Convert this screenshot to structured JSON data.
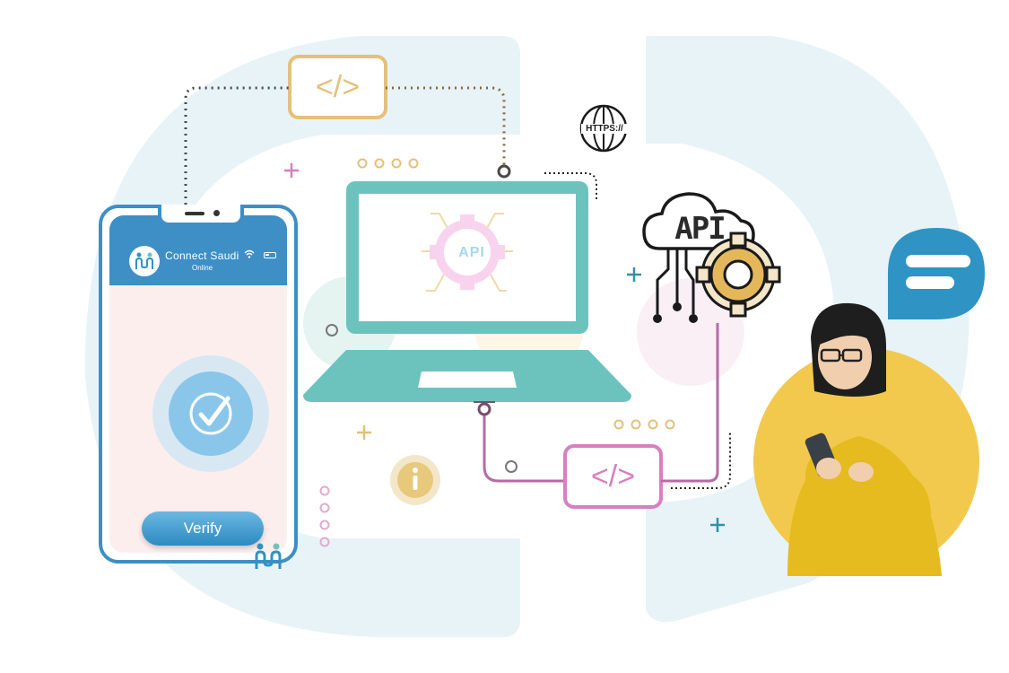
{
  "phone": {
    "app_name": "Connect Saudi",
    "app_status": "Online",
    "verify_label": "Verify",
    "icons": [
      "app-logo-icon",
      "wifi-icon",
      "battery-icon",
      "checkmark-icon",
      "brand-logo-icon"
    ]
  },
  "laptop": {
    "api_label": "API"
  },
  "cloud": {
    "api_label": "API"
  },
  "https": {
    "label": "HTTPS://"
  },
  "colors": {
    "phone_blue": "#3d8fc6",
    "laptop_teal": "#6cc3be",
    "code_tag_gold": "#e4c07a",
    "code_tag_pink": "#d77fbf",
    "chat_blue": "#2f93c4",
    "person_circle": "#f2c94c",
    "background_swirl": "#e8f3f8"
  }
}
